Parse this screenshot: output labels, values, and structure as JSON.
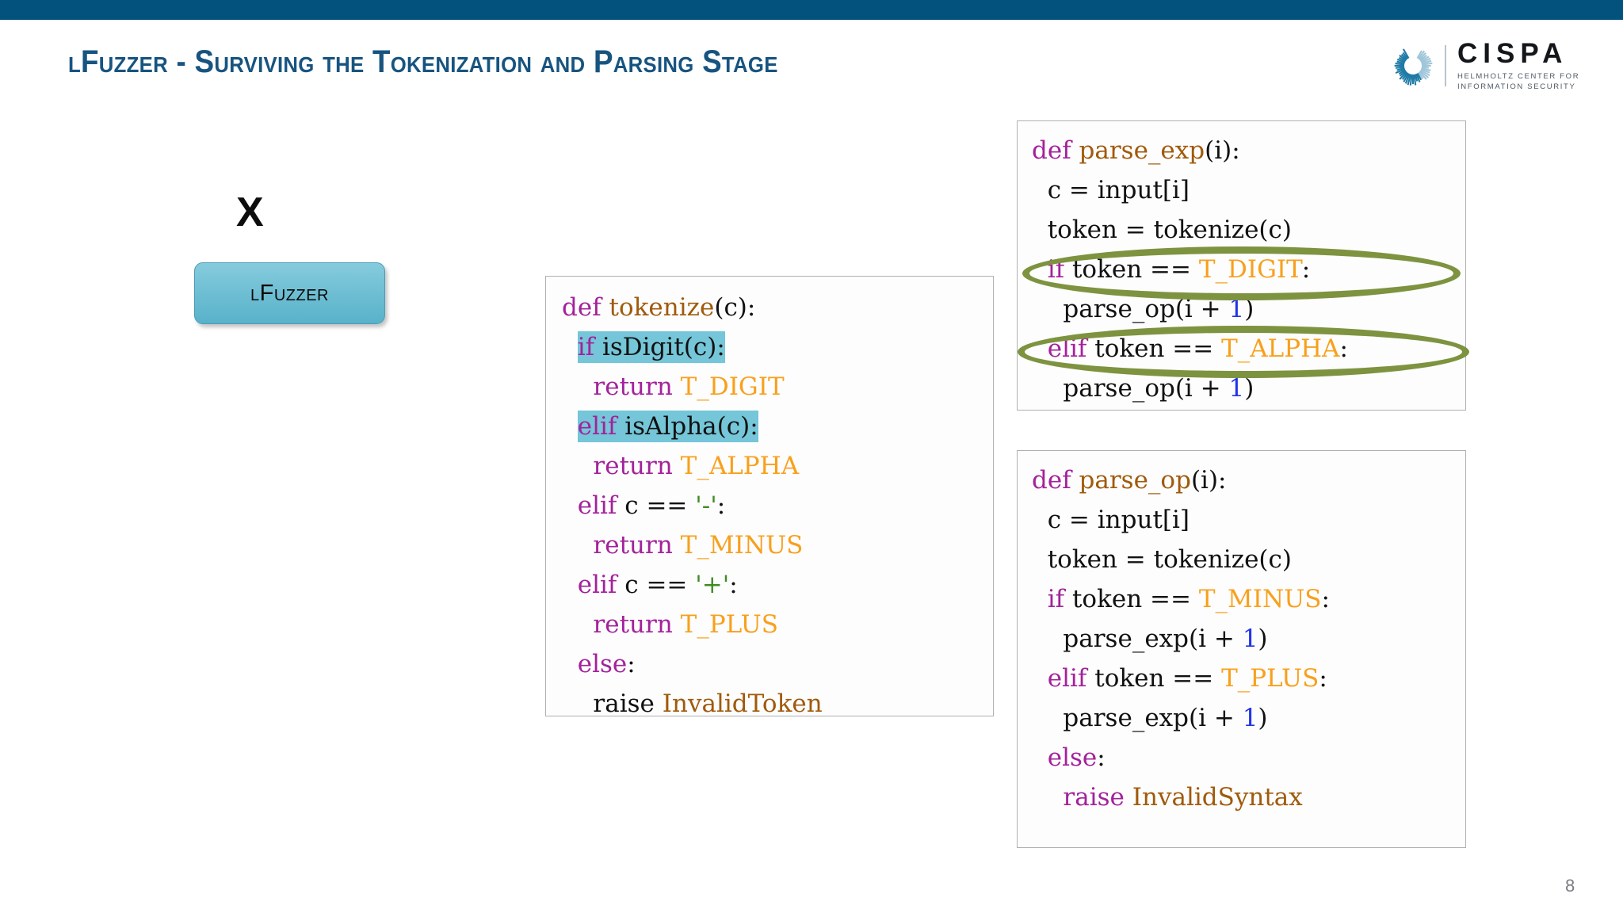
{
  "slide": {
    "title": "lFuzzer - Surviving the Tokenization and Parsing Stage",
    "page_number": "8",
    "topbar_color": "#03527d",
    "title_color": "#175480"
  },
  "logo": {
    "name": "CISPA",
    "subtitle_line1": "HELMHOLTZ CENTER FOR",
    "subtitle_line2": "INFORMATION SECURITY"
  },
  "diagram": {
    "x_marker": "X",
    "lfuzzer_label": "lFuzzer",
    "lfuzzer_fill": "#6cbdd2",
    "highlight_color": "#74c6d8",
    "annotation_color": "#7d9340"
  },
  "code_blocks": [
    {
      "id": "tokenize",
      "lines": [
        [
          {
            "t": "def ",
            "c": "kw"
          },
          {
            "t": "tokenize",
            "c": "fn"
          },
          {
            "t": "(c):",
            "c": "id"
          }
        ],
        [
          {
            "t": "  ",
            "c": "id"
          },
          {
            "t": "if ",
            "c": "kw",
            "hl": true
          },
          {
            "t": "isDigit(c):",
            "c": "id",
            "hl": true
          }
        ],
        [
          {
            "t": "    ",
            "c": "id"
          },
          {
            "t": "return ",
            "c": "kw"
          },
          {
            "t": "T_DIGIT",
            "c": "const"
          }
        ],
        [
          {
            "t": "  ",
            "c": "id"
          },
          {
            "t": "elif ",
            "c": "kw",
            "hl": true
          },
          {
            "t": "isAlpha(c):",
            "c": "id",
            "hl": true
          }
        ],
        [
          {
            "t": "    ",
            "c": "id"
          },
          {
            "t": "return ",
            "c": "kw"
          },
          {
            "t": "T_ALPHA",
            "c": "const"
          }
        ],
        [
          {
            "t": "  ",
            "c": "id"
          },
          {
            "t": "elif ",
            "c": "kw"
          },
          {
            "t": "c == ",
            "c": "id"
          },
          {
            "t": "'-'",
            "c": "str"
          },
          {
            "t": ":",
            "c": "id"
          }
        ],
        [
          {
            "t": "    ",
            "c": "id"
          },
          {
            "t": "return ",
            "c": "kw"
          },
          {
            "t": "T_MINUS",
            "c": "const"
          }
        ],
        [
          {
            "t": "  ",
            "c": "id"
          },
          {
            "t": "elif ",
            "c": "kw"
          },
          {
            "t": "c == ",
            "c": "id"
          },
          {
            "t": "'+'",
            "c": "str"
          },
          {
            "t": ":",
            "c": "id"
          }
        ],
        [
          {
            "t": "    ",
            "c": "id"
          },
          {
            "t": "return ",
            "c": "kw"
          },
          {
            "t": "T_PLUS",
            "c": "const"
          }
        ],
        [
          {
            "t": "  ",
            "c": "id"
          },
          {
            "t": "else",
            "c": "kw"
          },
          {
            "t": ":",
            "c": "id"
          }
        ],
        [
          {
            "t": "    ",
            "c": "id"
          },
          {
            "t": "raise ",
            "c": "id"
          },
          {
            "t": "InvalidToken",
            "c": "fn"
          }
        ]
      ]
    },
    {
      "id": "parse_exp",
      "lines": [
        [
          {
            "t": "def ",
            "c": "kw"
          },
          {
            "t": "parse_exp",
            "c": "fn"
          },
          {
            "t": "(i):",
            "c": "id"
          }
        ],
        [
          {
            "t": "  c = input[i]",
            "c": "id"
          }
        ],
        [
          {
            "t": "  token = tokenize(c)",
            "c": "id"
          }
        ],
        [
          {
            "t": "  ",
            "c": "id"
          },
          {
            "t": "if ",
            "c": "kw"
          },
          {
            "t": "token == ",
            "c": "id"
          },
          {
            "t": "T_DIGIT",
            "c": "const"
          },
          {
            "t": ":",
            "c": "id"
          }
        ],
        [
          {
            "t": "    parse_op(i + ",
            "c": "id"
          },
          {
            "t": "1",
            "c": "num"
          },
          {
            "t": ")",
            "c": "id"
          }
        ],
        [
          {
            "t": "  ",
            "c": "id"
          },
          {
            "t": "elif ",
            "c": "kw"
          },
          {
            "t": "token == ",
            "c": "id"
          },
          {
            "t": "T_ALPHA",
            "c": "const"
          },
          {
            "t": ":",
            "c": "id"
          }
        ],
        [
          {
            "t": "    parse_op(i + ",
            "c": "id"
          },
          {
            "t": "1",
            "c": "num"
          },
          {
            "t": ")",
            "c": "id"
          }
        ]
      ]
    },
    {
      "id": "parse_op",
      "lines": [
        [
          {
            "t": "def ",
            "c": "kw"
          },
          {
            "t": "parse_op",
            "c": "fn"
          },
          {
            "t": "(i):",
            "c": "id"
          }
        ],
        [
          {
            "t": "  c = input[i]",
            "c": "id"
          }
        ],
        [
          {
            "t": "  token = tokenize(c)",
            "c": "id"
          }
        ],
        [
          {
            "t": "  ",
            "c": "id"
          },
          {
            "t": "if ",
            "c": "kw"
          },
          {
            "t": "token == ",
            "c": "id"
          },
          {
            "t": "T_MINUS",
            "c": "const"
          },
          {
            "t": ":",
            "c": "id"
          }
        ],
        [
          {
            "t": "    parse_exp(i + ",
            "c": "id"
          },
          {
            "t": "1",
            "c": "num"
          },
          {
            "t": ")",
            "c": "id"
          }
        ],
        [
          {
            "t": "  ",
            "c": "id"
          },
          {
            "t": "elif ",
            "c": "kw"
          },
          {
            "t": "token == ",
            "c": "id"
          },
          {
            "t": "T_PLUS",
            "c": "const"
          },
          {
            "t": ":",
            "c": "id"
          }
        ],
        [
          {
            "t": "    parse_exp(i + ",
            "c": "id"
          },
          {
            "t": "1",
            "c": "num"
          },
          {
            "t": ")",
            "c": "id"
          }
        ],
        [
          {
            "t": "  ",
            "c": "id"
          },
          {
            "t": "else",
            "c": "kw"
          },
          {
            "t": ":",
            "c": "id"
          }
        ],
        [
          {
            "t": "    ",
            "c": "id"
          },
          {
            "t": "raise ",
            "c": "kw"
          },
          {
            "t": "InvalidSyntax",
            "c": "fn"
          }
        ]
      ]
    }
  ]
}
